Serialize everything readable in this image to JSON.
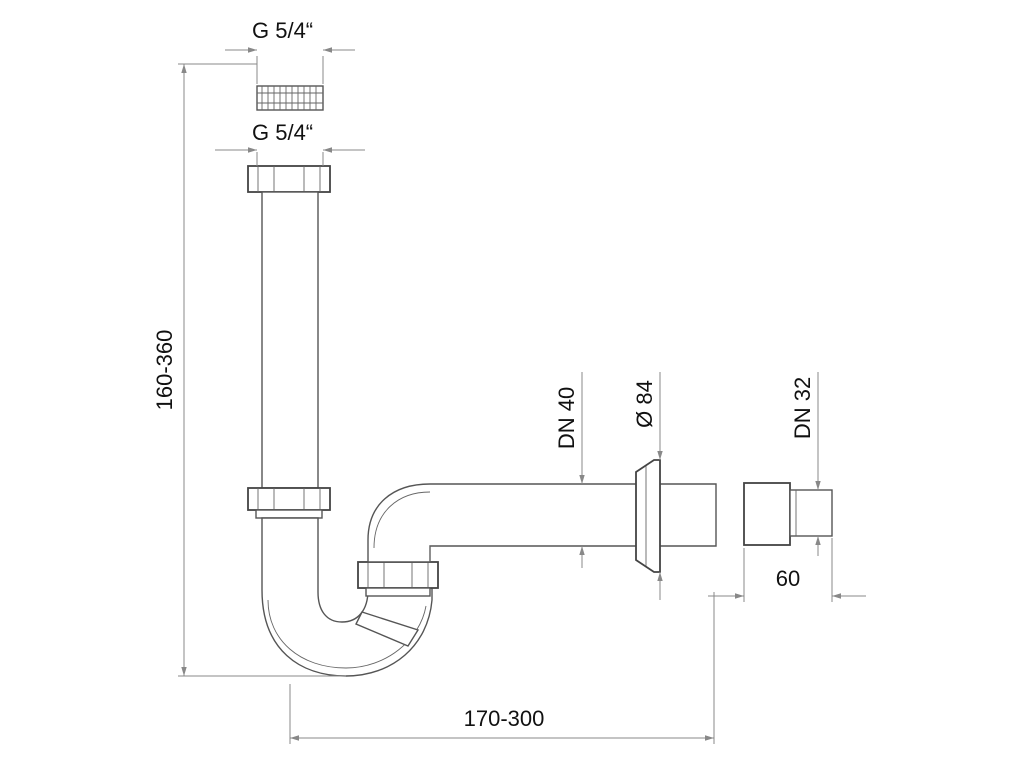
{
  "labels": {
    "thread_top": "G 5/4“",
    "thread_nut": "G 5/4“",
    "height": "160-360",
    "width": "170-300",
    "pipe_dn": "DN 40",
    "rosette_dia": "Ø 84",
    "adapter_dn": "DN 32",
    "adapter_len": "60"
  },
  "colors": {
    "outline": "#555555",
    "dimension": "#888888",
    "text": "#111111"
  }
}
